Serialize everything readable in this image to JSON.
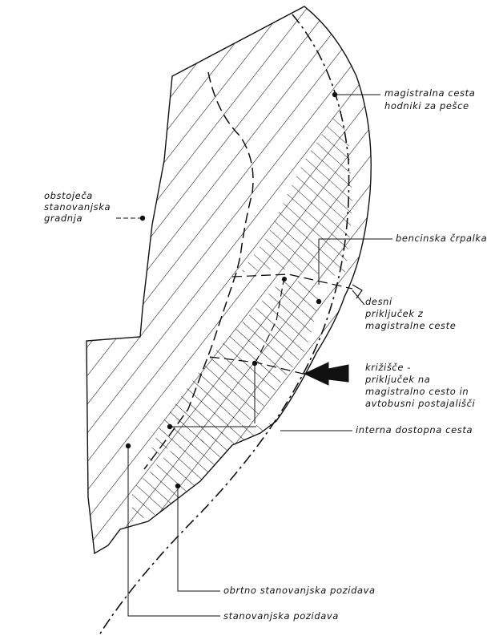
{
  "labels": {
    "magistralna_cesta": "magistralna cesta",
    "hodniki_za_pesce": "hodniki za pešce",
    "obstojeca_1": "obstoječa",
    "obstojeca_2": "stanovanjska",
    "obstojeca_3": "gradnja",
    "bencinska": "bencinska črpalka",
    "desni_1": "desni",
    "desni_2": "priključek z",
    "desni_3": "magistralne ceste",
    "krizisce_1": "križišče -",
    "krizisce_2": "priključek na",
    "krizisce_3": "magistralno cesto in",
    "krizisce_4": "avtobusni postajališči",
    "interna": "interna dostopna cesta",
    "obrtno": "obrtno stanovanjska pozidava",
    "stanovanjska": "stanovanjska pozidava"
  },
  "colors": {
    "ink": "#111111",
    "paper": "#ffffff"
  }
}
